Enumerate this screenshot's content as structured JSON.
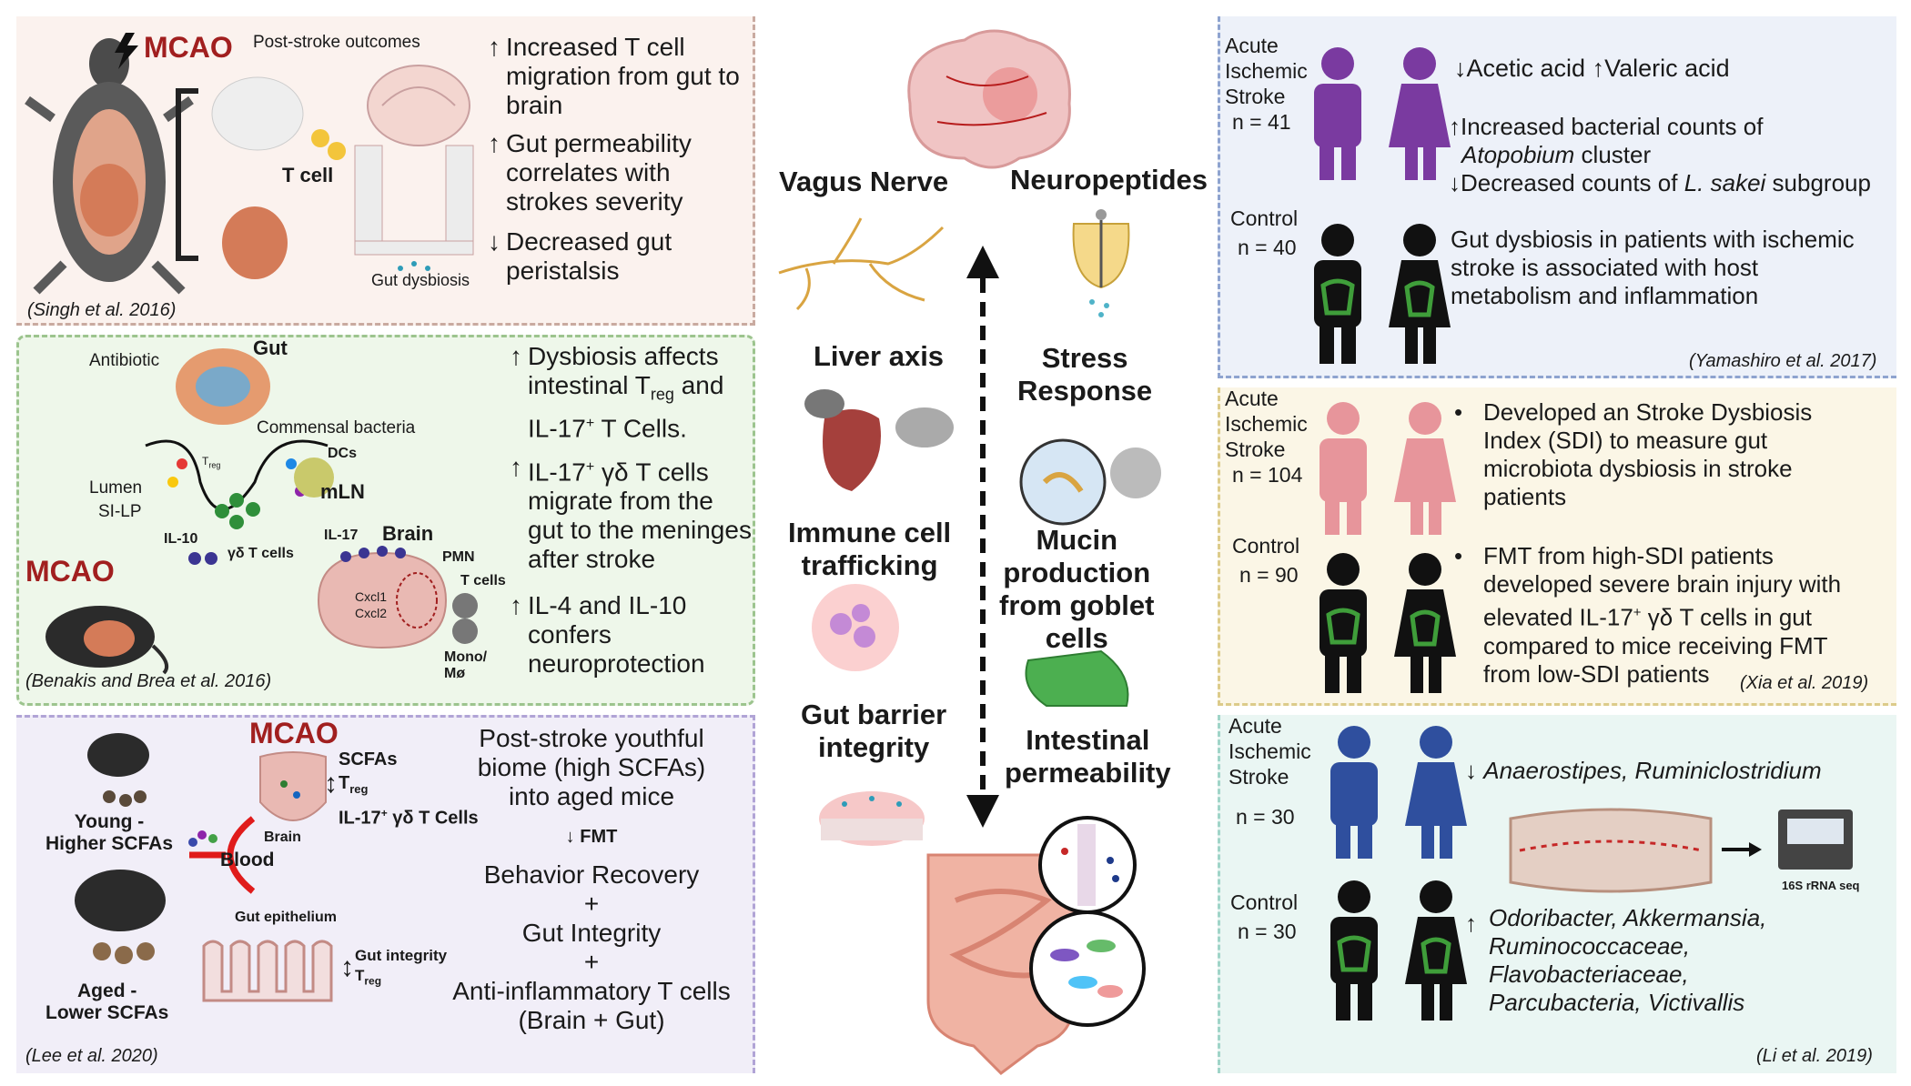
{
  "colors": {
    "p1_bg": "#fbf2ee",
    "p2_bg": "#eef7ea",
    "p3_bg": "#f1eef8",
    "r1_bg": "#edf1f9",
    "r2_bg": "#fbf6e6",
    "r3_bg": "#eaf6f3",
    "p1_border": "#c9aaa0",
    "p2_border": "#9cc48e",
    "p3_border": "#b1a4d6",
    "r1_border": "#8ea3cf",
    "r2_border": "#dccb8a",
    "r3_border": "#9fd4c8",
    "mcao": "#a11f1f",
    "purple": "#7a3aa0",
    "pink": "#e7959b",
    "blue": "#2f4f9e",
    "green": "#3f9e3a",
    "red": "#c41a1a"
  },
  "p1": {
    "mcao": "MCAO",
    "post_stroke": "Post-stroke outcomes",
    "tcell": "T cell",
    "gut_dysbiosis": "Gut dysbiosis",
    "o1": [
      "Increased T cell",
      "migration from gut to",
      "brain"
    ],
    "o2": [
      "Gut permeability",
      "correlates with",
      "strokes severity"
    ],
    "o3": [
      "Decreased gut",
      "peristalsis"
    ],
    "cite": "(Singh et al. 2016)"
  },
  "p2": {
    "gut": "Gut",
    "antibiotic": "Antibiotic",
    "commensal": "Commensal bacteria",
    "lumen": "Lumen",
    "silp": "SI-LP",
    "dcs": "DCs",
    "mln": "mLN",
    "il10": "IL-10",
    "gd": "γδ T cells",
    "il17": "IL-17",
    "brain": "Brain",
    "pmn": "PMN",
    "tcells": "T cells",
    "cxcl1": "Cxcl1",
    "cxcl2": "Cxcl2",
    "mono": "Mono/",
    "mo": "Mø",
    "mcao": "MCAO",
    "treg_label": "T",
    "treg_sub": "reg",
    "o1": [
      "Dysbiosis affects",
      "intestinal T",
      "and",
      "IL-17",
      "T Cells."
    ],
    "o2": [
      "IL-17",
      "γδ T cells",
      "migrate from the",
      "gut to the meninges",
      "after stroke"
    ],
    "o3": [
      "IL-4 and IL-10",
      "confers",
      "neuroprotection"
    ],
    "sup_plus": "+",
    "sub_reg": "reg",
    "cite": "(Benakis and Brea et al. 2016)"
  },
  "p3": {
    "mcao": "MCAO",
    "young": [
      "Young -",
      "Higher SCFAs"
    ],
    "aged": [
      "Aged -",
      "Lower SCFAs"
    ],
    "brain": "Brain",
    "blood": "Blood",
    "gut_epi": "Gut epithelium",
    "scfas": "SCFAs",
    "treg": "T",
    "reg": "reg",
    "il17gd": "IL-17",
    "il17gd_rest": "γδ T Cells",
    "gut_integrity": "Gut integrity",
    "r1": [
      "Post-stroke youthful",
      "biome (high SCFAs)",
      "into aged mice"
    ],
    "fmt": "FMT",
    "r2": "Behavior Recovery",
    "plus": "+",
    "r3": "Gut Integrity",
    "r4": "Anti-inflammatory T cells",
    "r5": "(Brain + Gut)",
    "cite": "(Lee et al. 2020)"
  },
  "center": {
    "vagus": "Vagus Nerve",
    "neuropeptides": "Neuropeptides",
    "liver": "Liver axis",
    "stress": [
      "Stress",
      "Response"
    ],
    "immune": [
      "Immune cell",
      "trafficking"
    ],
    "mucin": [
      "Mucin",
      "production",
      "from goblet",
      "cells"
    ],
    "barrier": [
      "Gut barrier",
      "integrity"
    ],
    "permeability": [
      "Intestinal",
      "permeability"
    ]
  },
  "r1": {
    "g1": [
      "Acute",
      "Ischemic",
      "Stroke",
      "n = 41"
    ],
    "g2": [
      "Control",
      "n = 40"
    ],
    "acetic": "Acetic acid",
    "valeric": "Valeric acid",
    "inc1": "Increased bacterial counts of",
    "atop": "Atopobium",
    "cluster": " cluster",
    "dec1": "Decreased counts of ",
    "lsakei": "L. sakei",
    "subgroup": " subgroup",
    "dys": [
      "Gut dysbiosis in patients with ischemic",
      "stroke is associated with host",
      "metabolism and inflammation"
    ],
    "cite": "(Yamashiro et al. 2017)"
  },
  "r2": {
    "g1": [
      "Acute",
      "Ischemic",
      "Stroke",
      "n = 104"
    ],
    "g2": [
      "Control",
      "n = 90"
    ],
    "b1": [
      "Developed an Stroke Dysbiosis",
      "Index (SDI) to measure gut",
      "microbiota dysbiosis in stroke",
      "patients"
    ],
    "b2": [
      "FMT from high-SDI patients",
      "developed severe brain injury with",
      "elevated IL-17",
      "γδ T cells in gut",
      "compared to mice receiving FMT",
      "from low-SDI patients"
    ],
    "plus": "+",
    "cite": "(Xia et al. 2019)"
  },
  "r3": {
    "g1": [
      "Acute",
      "Ischemic",
      "Stroke",
      "n = 30"
    ],
    "g2": [
      "Control",
      "n = 30"
    ],
    "down": "Anaerostipes, Ruminiclostridium",
    "seq": "16S rRNA seq",
    "up": [
      "Odoribacter, Akkermansia,",
      "Ruminococcaceae,",
      "Flavobacteriaceae,",
      "Parcubacteria, Victivallis"
    ],
    "cite": "(Li et al. 2019)"
  }
}
